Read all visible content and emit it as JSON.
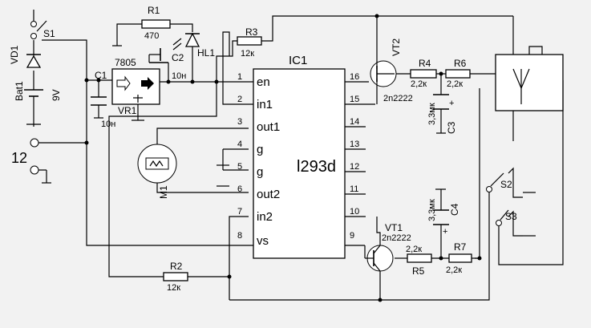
{
  "ic": {
    "name": "IC1",
    "part": "l293d",
    "left_pins": [
      {
        "num": "1",
        "label": "en"
      },
      {
        "num": "2",
        "label": "in1"
      },
      {
        "num": "3",
        "label": "out1"
      },
      {
        "num": "4",
        "label": "g"
      },
      {
        "num": "5",
        "label": "g"
      },
      {
        "num": "6",
        "label": "out2"
      },
      {
        "num": "7",
        "label": "in2"
      },
      {
        "num": "8",
        "label": "vs"
      }
    ],
    "right_pins": [
      "16",
      "15",
      "14",
      "13",
      "12",
      "11",
      "10",
      "9"
    ]
  },
  "components": {
    "s1": "S1",
    "vd1": "VD1",
    "bat1": "Bat1",
    "bat_voltage": "9V",
    "input_voltage": "12",
    "c1": {
      "ref": "C1",
      "value": "10н"
    },
    "regulator": {
      "part": "7805",
      "ref": "VR1"
    },
    "r1": {
      "ref": "R1",
      "value": "470"
    },
    "hl1": "HL1",
    "c2": {
      "ref": "C2",
      "value": "10н"
    },
    "r3": {
      "ref": "R3",
      "value": "12к"
    },
    "m1": "M1",
    "vt2": {
      "ref": "VT2",
      "part": "2n2222"
    },
    "r4": {
      "ref": "R4",
      "value": "2,2к"
    },
    "r6": {
      "ref": "R6",
      "value": "2,2к"
    },
    "c3": {
      "ref": "C3",
      "value": "3,3мк"
    },
    "vt1": {
      "ref": "VT1",
      "part": "2n2222"
    },
    "r5": {
      "ref": "R5",
      "value": "2,2к"
    },
    "r7": {
      "ref": "R7",
      "value": "2,2к"
    },
    "c4": {
      "ref": "C4",
      "value": "3,3мк"
    },
    "r2": {
      "ref": "R2",
      "value": "12к"
    },
    "s2": "S2",
    "s3": "S3",
    "plus": "+"
  }
}
